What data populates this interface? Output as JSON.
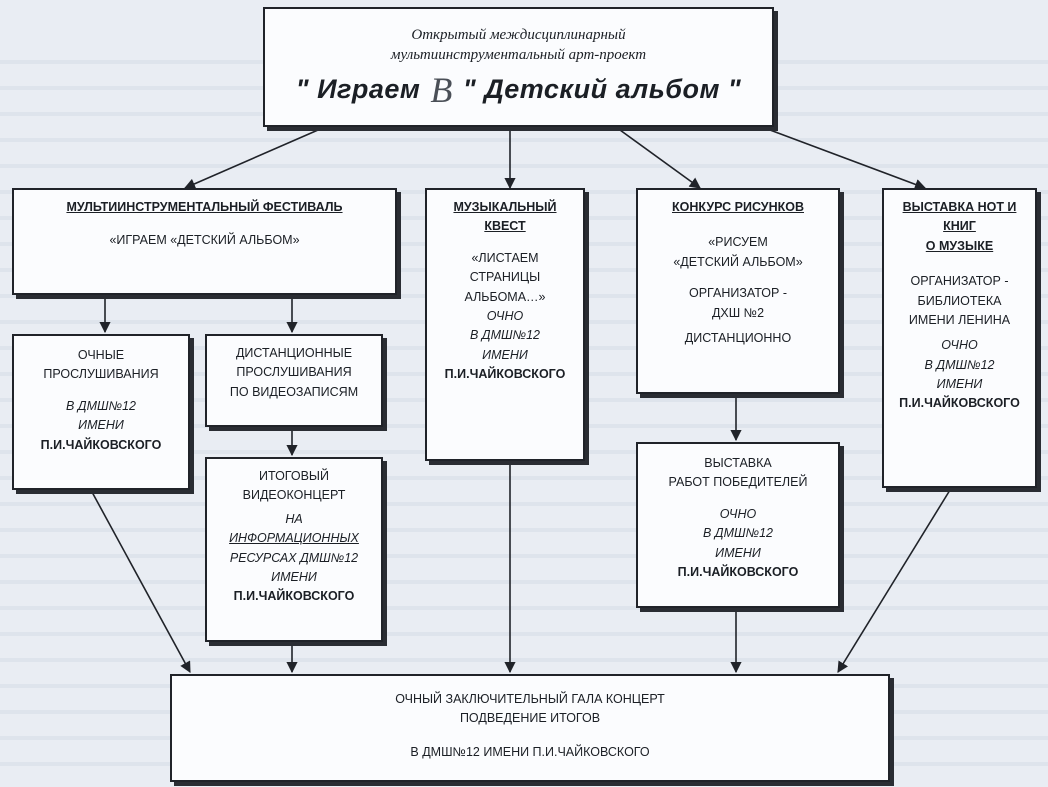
{
  "title": {
    "subtitle_line1": "Открытый междисциплинарный",
    "subtitle_line2": "мультиинструментальный арт-проект",
    "main_left": "\" Играем",
    "main_right": "\" Детский альбом \"",
    "logo_letter": "В"
  },
  "festival": {
    "heading": "МУЛЬТИИНСТРУМЕНТАЛЬНЫЙ ФЕСТИВАЛЬ",
    "name": "«ИГРАЕМ «ДЕТСКИЙ АЛЬБОМ»"
  },
  "quest": {
    "heading_line1": "МУЗЫКАЛЬНЫЙ",
    "heading_line2": "КВЕСТ",
    "name_line1": "«ЛИСТАЕМ",
    "name_line2": "СТРАНИЦЫ",
    "name_line3": "АЛЬБОМА…»",
    "loc_line1": "ОЧНО",
    "loc_line2": "В ДМШ№12",
    "loc_line3": "ИМЕНИ",
    "loc_line4": "П.И.ЧАЙКОВСКОГО"
  },
  "drawing_contest": {
    "heading": "КОНКУРС РИСУНКОВ",
    "name_line1": "«РИСУЕМ",
    "name_line2": "«ДЕТСКИЙ АЛЬБОМ»",
    "org_line1": "ОРГАНИЗАТОР -",
    "org_line2": "ДХШ №2",
    "mode": "ДИСТАНЦИОННО"
  },
  "exhibition_books": {
    "heading_line1": "ВЫСТАВКА НОТ  И",
    "heading_line2": "КНИГ",
    "heading_line3": "О МУЗЫКЕ",
    "org_line1": "ОРГАНИЗАТОР -",
    "org_line2": "БИБЛИОТЕКА",
    "org_line3": "ИМЕНИ ЛЕНИНА",
    "loc_line1": "ОЧНО",
    "loc_line2": "В ДМШ№12",
    "loc_line3": "ИМЕНИ",
    "loc_line4": "П.И.ЧАЙКОВСКОГО"
  },
  "live_auditions": {
    "line1": "ОЧНЫЕ",
    "line2": "ПРОСЛУШИВАНИЯ",
    "loc_line1": "В ДМШ№12",
    "loc_line2": "ИМЕНИ",
    "loc_line3": "П.И.ЧАЙКОВСКОГО"
  },
  "remote_auditions": {
    "line1": "ДИСТАНЦИОННЫЕ",
    "line2": "ПРОСЛУШИВАНИЯ",
    "line3": "ПО ВИДЕОЗАПИСЯМ"
  },
  "video_concert": {
    "line1": "ИТОГОВЫЙ",
    "line2": "ВИДЕОКОНЦЕРТ",
    "loc_line1": "НА",
    "loc_line2": "ИНФОРМАЦИОННЫХ",
    "loc_line3": "РЕСУРСАХ ДМШ№12",
    "loc_line4": "ИМЕНИ",
    "loc_line5": "П.И.ЧАЙКОВСКОГО"
  },
  "winners_exhibition": {
    "line1": "ВЫСТАВКА",
    "line2": "РАБОТ ПОБЕДИТЕЛЕЙ",
    "loc_line1": "ОЧНО",
    "loc_line2": "В ДМШ№12",
    "loc_line3": "ИМЕНИ",
    "loc_line4": "П.И.ЧАЙКОВСКОГО"
  },
  "gala": {
    "line1": "ОЧНЫЙ ЗАКЛЮЧИТЕЛЬНЫЙ ГАЛА КОНЦЕРТ",
    "line2": "ПОДВЕДЕНИЕ ИТОГОВ",
    "line3": "В ДМШ№12 ИМЕНИ П.И.ЧАЙКОВСКОГО"
  },
  "colors": {
    "background": "#e9edf3",
    "box_fill": "#fbfcfe",
    "line": "#202329"
  }
}
